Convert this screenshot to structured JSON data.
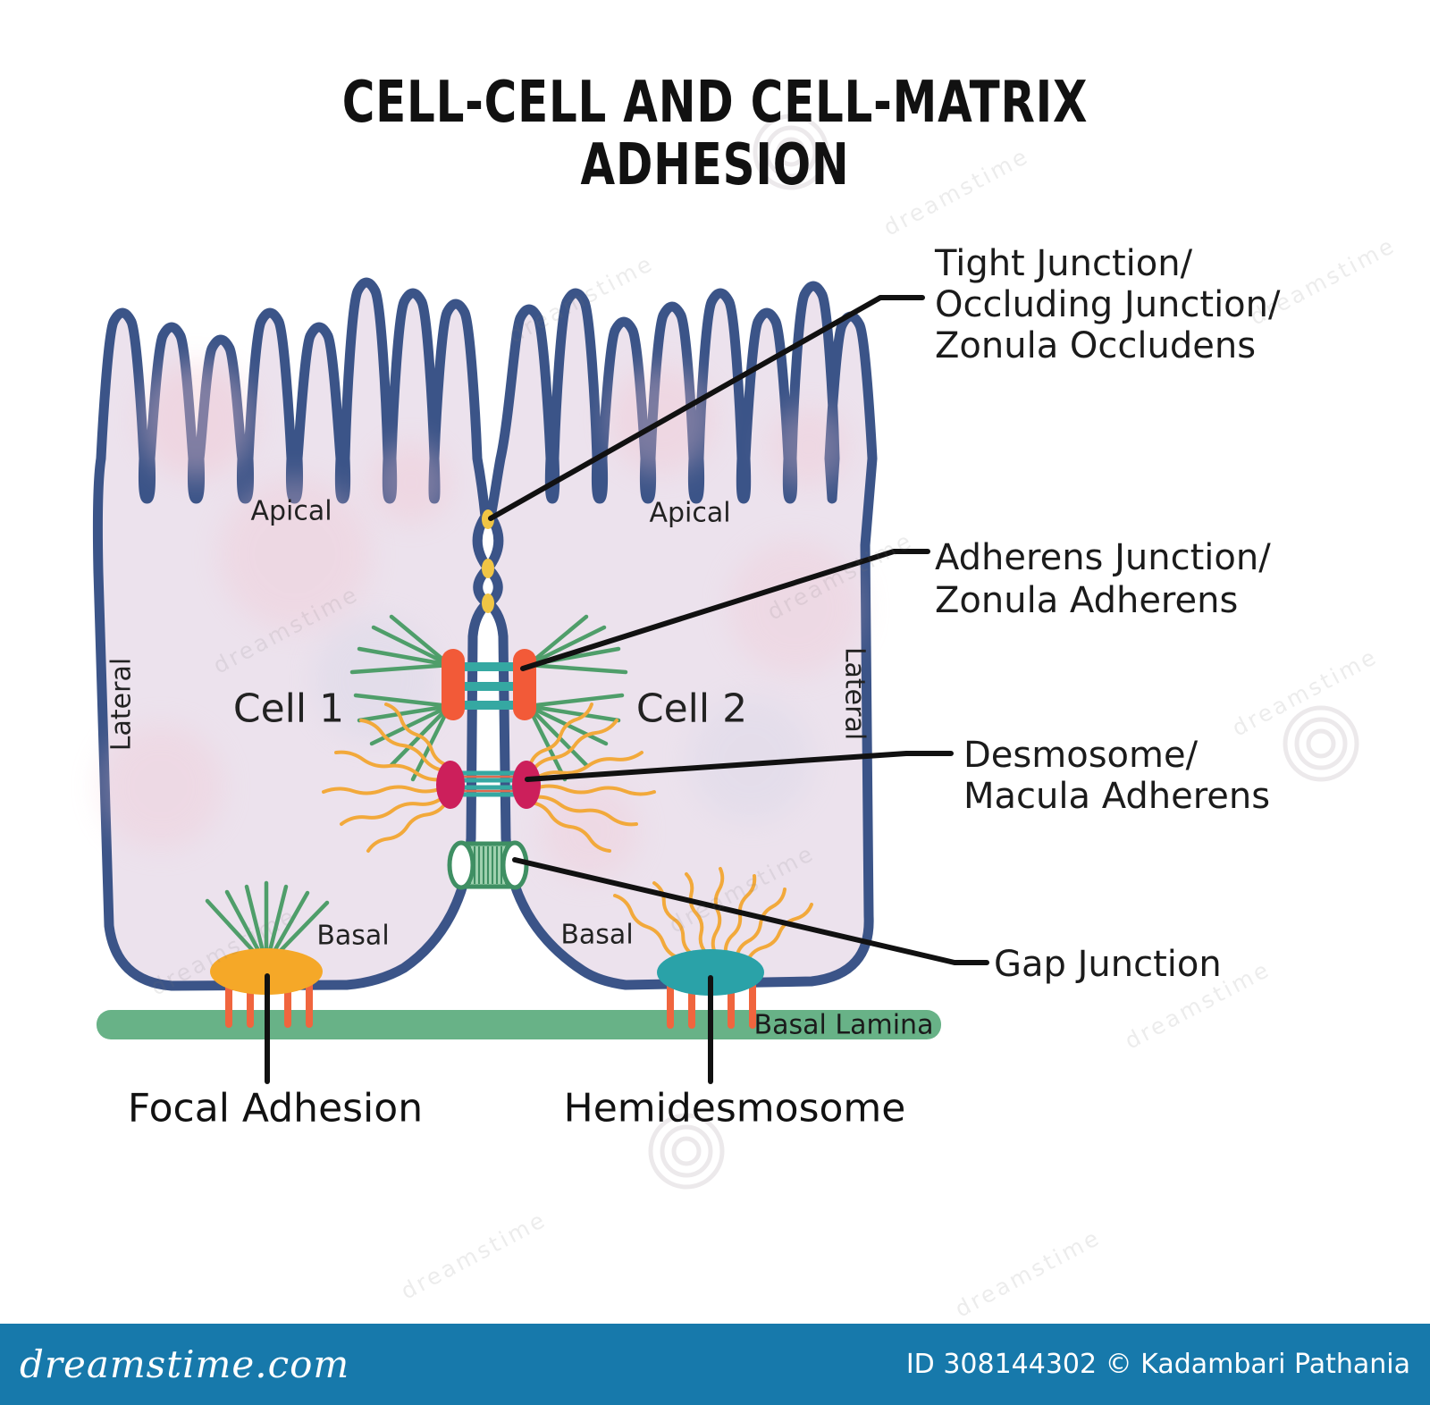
{
  "title": {
    "line1": "CELL-CELL AND CELL-MATRIX",
    "line2": "ADHESION"
  },
  "cells": {
    "cell1": "Cell 1",
    "cell2": "Cell 2",
    "apical": "Apical",
    "lateral": "Lateral",
    "basal": "Basal",
    "basal_lamina": "Basal Lamina"
  },
  "labels": {
    "tight_junction": {
      "line1": "Tight Junction/",
      "line2": "Occluding Junction/",
      "line3": "Zonula Occludens"
    },
    "adherens": {
      "line1": "Adherens Junction/",
      "line2": "Zonula Adherens"
    },
    "desmosome": {
      "line1": "Desmosome/",
      "line2": "Macula Adherens"
    },
    "gap_junction": "Gap Junction",
    "focal_adhesion": "Focal Adhesion",
    "hemidesmosome": "Hemidesmosome"
  },
  "watermark": {
    "text": "dreamstime",
    "site": "dreamstime.com",
    "credit": "ID 308144302 © Kadambari Pathania"
  },
  "colors": {
    "membrane": "#3b5488",
    "cell_fill": "#ece2ed",
    "tight_dot": "#f0c545",
    "adherens_bar": "#f25a38",
    "adherens_band": "#35a8a2",
    "actin": "#4f9e6a",
    "desmosome": "#cc1f5b",
    "desmosome_link": "#e2694f",
    "keratin": "#f2a93b",
    "gap_outline": "#3f8f63",
    "gap_fill": "#9ed0ae",
    "focal_adhesion": "#f5a828",
    "hemidesmosome": "#2aa2a8",
    "integrin": "#f0653e",
    "basal_lamina": "#68b287",
    "leader": "#111111",
    "bar_bg": "#1779ab"
  }
}
